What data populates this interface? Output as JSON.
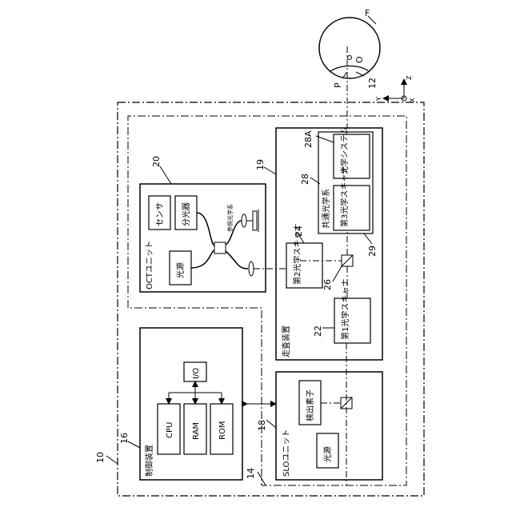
{
  "labels": {
    "device_ref": "10",
    "eye_ref": "F",
    "eye_pupil_ref": "P",
    "eye_center_ref": "O",
    "eye_num": "12",
    "axis_y": "Y",
    "axis_z": "Z",
    "axis_x": "X",
    "oct_unit_ref": "20",
    "oct_unit_title": "OCTユニット",
    "sensor": "センサ",
    "splitter": "分光器",
    "light_source_oct": "光源",
    "reference_optics": "参照光学系",
    "scanner_ref": "19",
    "scanner_title": "走査装置",
    "common_optics_ref": "28",
    "common_optics": "共通光学系",
    "optical_system_ref": "28A",
    "optical_system": "光学システム",
    "third_scanner": "第3光学スキャナ",
    "third_scanner_ref": "29",
    "second_scanner": "第2光学スキャナ",
    "second_scanner_ref": "24",
    "first_scanner": "第1光学スキャナ",
    "first_scanner_ref": "22",
    "beam_splitter_ref": "26",
    "slo_unit_ref": "18",
    "slo_unit_title": "SLOユニット",
    "detector": "検出素子",
    "light_source_slo": "光源",
    "slo_frame_ref": "14",
    "controller_ref": "16",
    "controller_title": "制御装置",
    "cpu": "CPU",
    "ram": "RAM",
    "rom": "ROM",
    "io": "I/O"
  }
}
